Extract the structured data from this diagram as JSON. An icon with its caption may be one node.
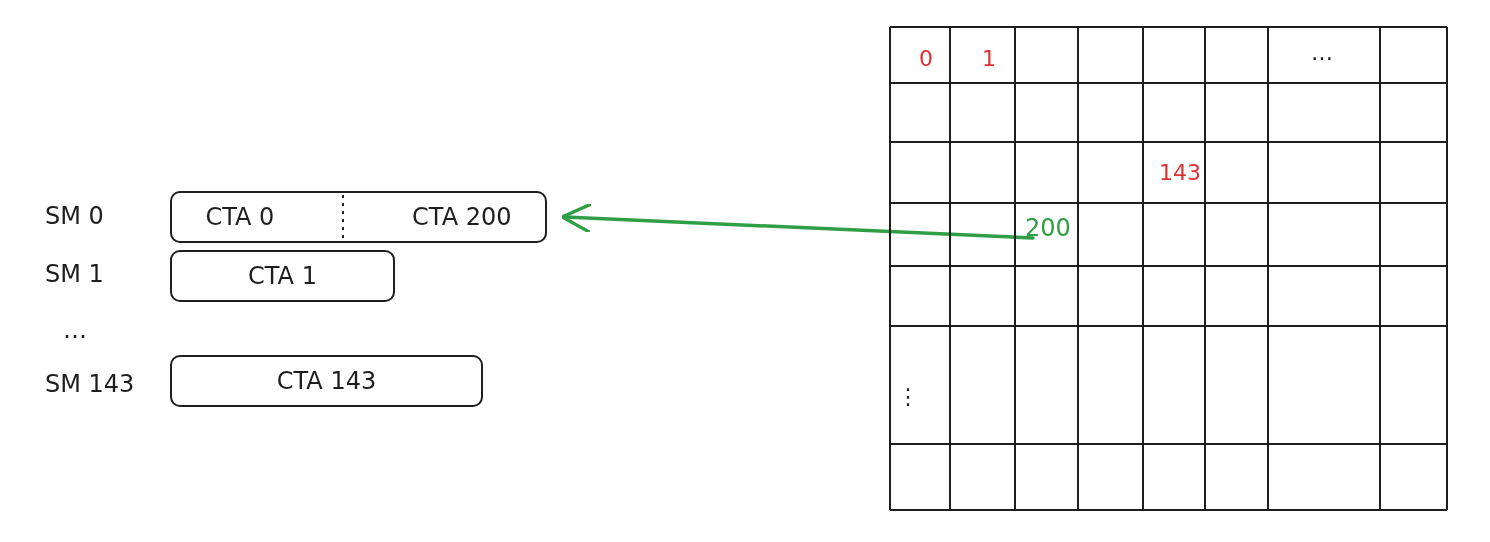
{
  "diagram": {
    "nodes": [
      {
        "text": [
          "CTA 0",
          "CTA 200"
        ],
        "beside": [
          "SM 0"
        ]
      },
      {
        "text": [
          "CTA 1"
        ],
        "beside": [
          "SM 1"
        ]
      },
      {
        "text": [
          "CTA 143"
        ],
        "beside": [
          "SM 143"
        ]
      },
      {
        "text": [
          "0",
          "1",
          "…",
          "143",
          "⋮"
        ]
      },
      {
        "text": [
          "200"
        ],
        "in": 3
      }
    ],
    "edges": [
      {
        "from": 4,
        "to": 0,
        "arrow": "to",
        "color": "#2f9e44"
      }
    ],
    "labels": [
      "…"
    ]
  }
}
